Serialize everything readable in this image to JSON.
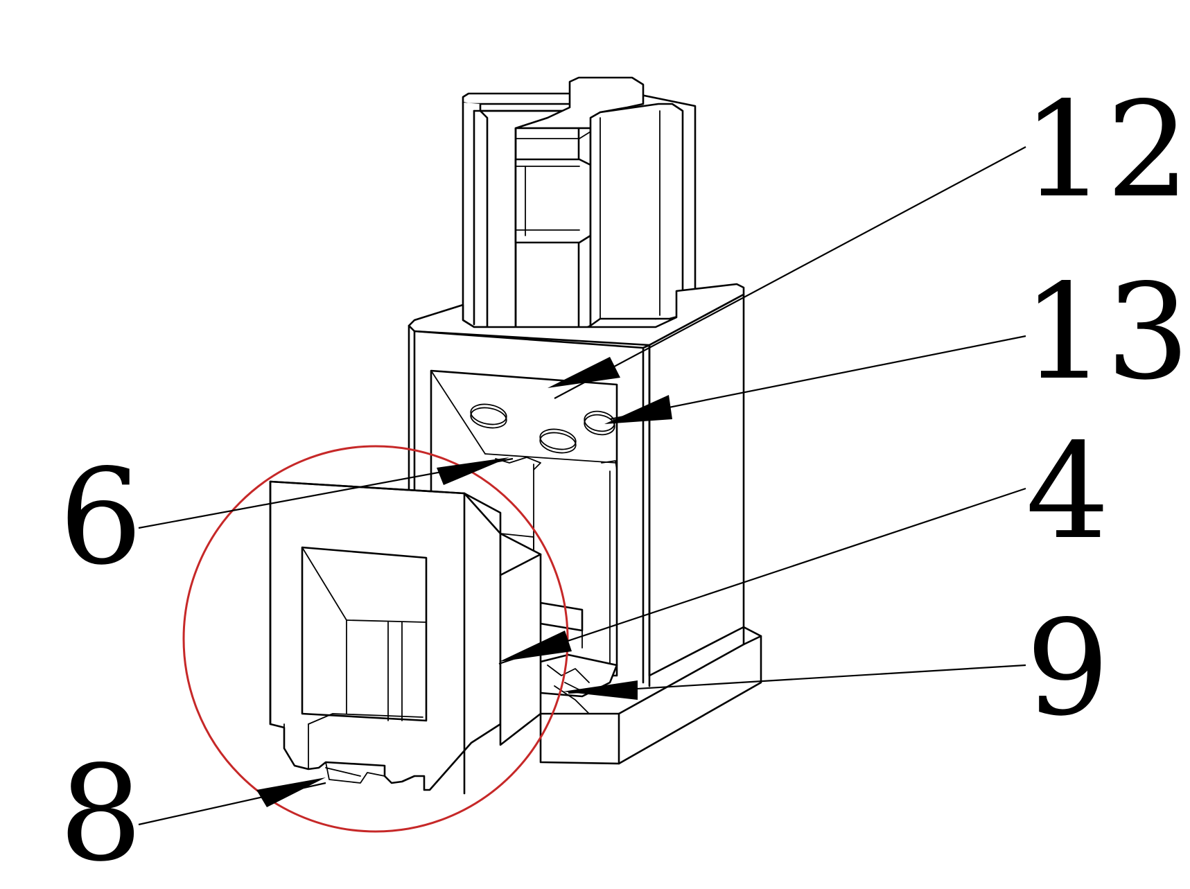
{
  "figure": {
    "callouts": [
      {
        "id": "c12",
        "text": "12"
      },
      {
        "id": "c13",
        "text": "13"
      },
      {
        "id": "c6",
        "text": "6"
      },
      {
        "id": "c4",
        "text": "4"
      },
      {
        "id": "c9",
        "text": "9"
      },
      {
        "id": "c8",
        "text": "8"
      }
    ],
    "colors": {
      "lines": "#000000",
      "highlight_circle": "#c62828",
      "background": "#ffffff"
    }
  }
}
